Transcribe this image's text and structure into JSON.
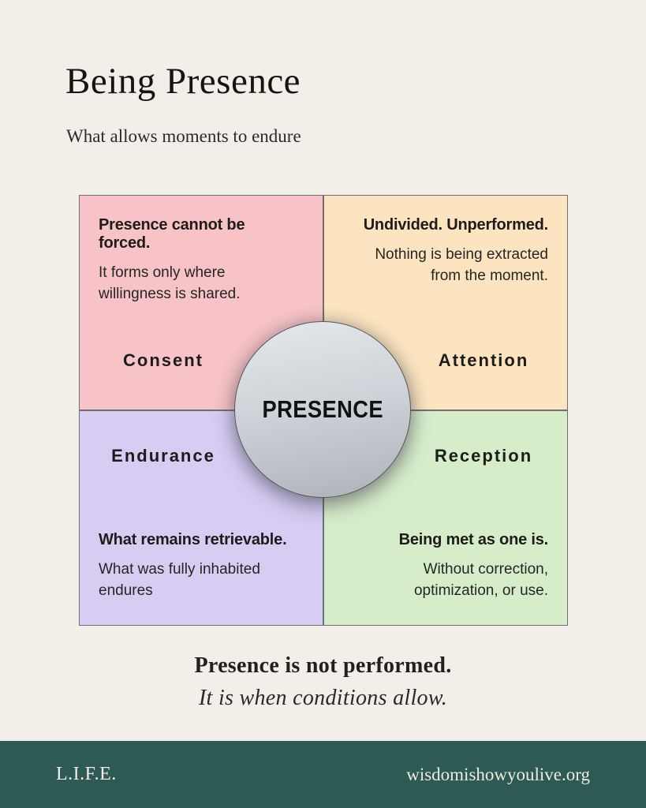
{
  "page": {
    "background": "#f2efe9"
  },
  "header": {
    "title": "Being Presence",
    "subtitle": "What allows moments to endure"
  },
  "matrix": {
    "center_label": "PRESENCE",
    "circle_colors": {
      "top": "#e4e8eb",
      "bottom": "#aeb2b9"
    },
    "border_color": "#6e6e74",
    "quadrants": [
      {
        "id": "consent",
        "label": "Consent",
        "heading": "Presence cannot be forced.",
        "body": "It forms only where willingness is shared.",
        "color": "#f7c3c6"
      },
      {
        "id": "attention",
        "label": "Attention",
        "heading": "Undivided. Unperformed.",
        "body": "Nothing is being extracted from the moment.",
        "color": "#fbe4bf"
      },
      {
        "id": "endurance",
        "label": "Endurance",
        "heading": "What remains retrievable.",
        "body": "What was fully inhabited endures",
        "color": "#d7cdf3"
      },
      {
        "id": "reception",
        "label": "Reception",
        "heading": "Being met as one is.",
        "body": "Without correction, optimization, or use.",
        "color": "#d7edca"
      }
    ]
  },
  "statement": {
    "line1": "Presence is not performed.",
    "line2": "It is when conditions allow."
  },
  "footer": {
    "brand": "L.I.F.E.",
    "website": "wisdomishowyoulive.org",
    "background": "#2d5a55",
    "text_color": "#f3eee5"
  }
}
